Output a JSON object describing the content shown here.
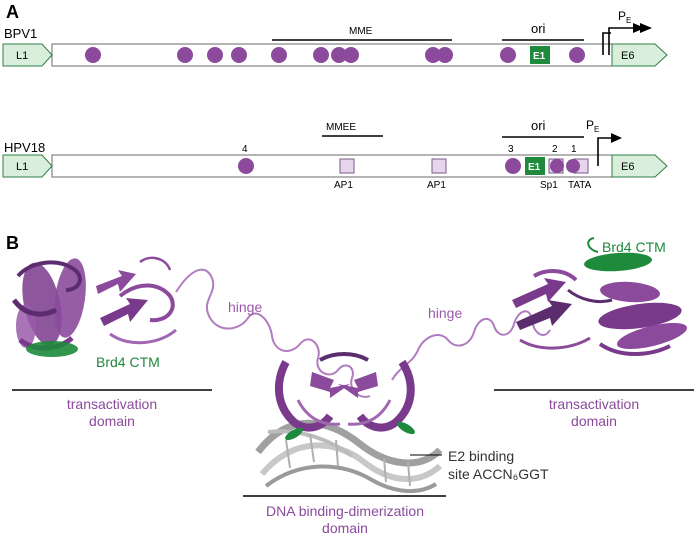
{
  "panel_a": {
    "label": "A",
    "bpv1": {
      "name": "BPV1",
      "l1": "L1",
      "e6": "E6",
      "mme": "MME",
      "ori": "ori",
      "e1": "E1",
      "promoter": "P",
      "promoter_sub": "E"
    },
    "hpv18": {
      "name": "HPV18",
      "l1": "L1",
      "e6": "E6",
      "mmee": "MMEE",
      "ori": "ori",
      "e1": "E1",
      "promoter": "P",
      "promoter_sub": "E",
      "site_numbers": [
        "4",
        "3",
        "2",
        "1"
      ],
      "box_labels": [
        "AP1",
        "AP1",
        "Sp1",
        "TATA"
      ]
    }
  },
  "panel_b": {
    "label": "B",
    "brd4_left": "Brd4 CTM",
    "brd4_right": "Brd4 CTM",
    "hinge_left": "hinge",
    "hinge_right": "hinge",
    "ta_left_line1": "transactivation",
    "ta_left_line2": "domain",
    "ta_right_line1": "transactivation",
    "ta_right_line2": "domain",
    "dbd_line1": "DNA binding-dimerization",
    "dbd_line2": "domain",
    "site_line1": "E2 binding",
    "site_line2": "site ACCN₆GGT"
  },
  "colors": {
    "purple": "#8b4a9c",
    "purple_light": "#b07cc0",
    "purple_dark": "#5c2d6e",
    "green": "#1e8a3c",
    "green_fill": "#d9efdc",
    "box_fill": "#e6d5ec",
    "gray_dna": "#a0a0a0"
  }
}
